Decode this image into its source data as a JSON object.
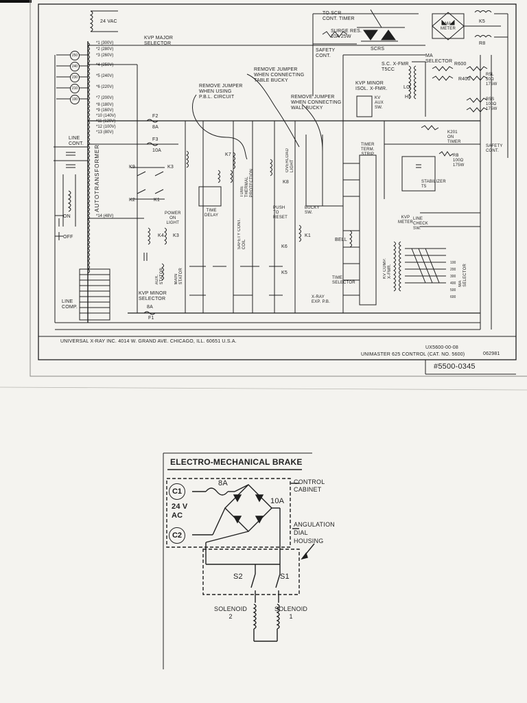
{
  "schematic": {
    "supply_label": "24 VAC",
    "kvp_major_selector": "KVP MAJOR\nSELECTOR",
    "to_scr_timer": "TO SCR\nCONT. TIMER",
    "surge_res": "SURGE RES.\n10A 25W",
    "safety_cont_top": "SAFETY\nCONT.",
    "scrs": "SCRS",
    "ma_meter": "MA\nMETER",
    "k5": "K5",
    "r8": "R8",
    "ma_selector": "MA\nSELECTOR",
    "sc_xfmr": "S.C. X-FMR\nT5CC",
    "r600": "R600",
    "r400": "R400",
    "r5l": "R5L\n50Ω\n175W",
    "r5s": "R5S\n100Ω\n175W",
    "kvp_minor_isol": "KVP MINOR\nISOL. X-FMR.",
    "kv_aux_sw": "KV\nAUX\nSW.",
    "lo": "LO",
    "hi": "HI",
    "remove_jumper_table": "REMOVE JUMPER\nWHEN CONNECTING\nTABLE BUCKY",
    "remove_jumper_pbl": "REMOVE JUMPER\nWHEN USING\nP.B.L. CIRCUIT",
    "remove_jumper_wall": "REMOVE JUMPER\nWHEN CONNECTING\nWALL BUCKY",
    "autotransformer": "AUTOTRANSFORMER",
    "taps": [
      "*1 (300V)",
      "*2 (280V)",
      "*3 (260V)",
      "*4 (250V)",
      "*5 (240V)",
      "*6 (220V)",
      "*7 (200V)",
      "*8 (180V)",
      "*9 (160V)",
      "*10 (140V)",
      "*11 (120V)",
      "*12 (100V)",
      "*13 (80V)",
      "*14 (48V)"
    ],
    "line_taps": [
      "250",
      "240",
      "230",
      "210",
      "190"
    ],
    "line_cont": "LINE\nCONT.",
    "on": "ON",
    "off": "OFF",
    "line_comp": "LINE\nCOMP.",
    "kvp_minor_selector": "KVP MINOR\nSELECTOR",
    "fuses": [
      "F2",
      "8A",
      "F3",
      "10A",
      "F1",
      "8A"
    ],
    "relays": [
      "K9",
      "K3",
      "K2",
      "K1",
      "K4",
      "K3",
      "K7",
      "K8",
      "K6",
      "K5",
      "K1"
    ],
    "power_on_light": "POWER\nON\nLIGHT",
    "aux_stator": "AUX.\nSTATOR",
    "main_stator": "MAIN\nSTATOR",
    "time_delay": "TIME\nDELAY",
    "tube_thermal": "TUBE\nTHERMAL\nPROTECTION",
    "safety_cont_coil": "SAFETY CONT.\nCOIL",
    "overload_light": "OVERLOAD\nLIGHT",
    "push_to_reset": "PUSH\nTO\nRESET",
    "bucky_sw": "BUCKY\nSW.",
    "bell": "BELL",
    "time_selector": "TIME\nSELECTOR",
    "xray_exp_pb": "X-RAY\nEXP. P.B.",
    "timer_term_strip": "TIMER\nTERM.\nSTRIP",
    "kv_comp_xfmr": "KV COMP.\nX-FMR.",
    "kvp_meter": "KVP\nMETER",
    "line_check_sw": "LINE\nCHECK\nSW.",
    "k201": "K201\nON\nTIMER",
    "safety_cont_right": "SAFETY\nCONT.",
    "rb": "RB\n100Ω\n175W",
    "stabilizer": "STABILIZER\nT5",
    "ma_selector_right": "MA\nSELECTOR",
    "ma_values": [
      "100",
      "200",
      "300",
      "400",
      "500",
      "600"
    ],
    "footer_left": "UNIVERSAL  X-RAY  INC.  4014  W. GRAND  AVE.  CHICAGO,  ILL.  60651  U.S.A.",
    "drawing_no": "UX5600-00-08",
    "footer_right": "UNIMASTER 625 CONTROL (CAT. NO. 5600)",
    "date_code": "062981",
    "part_no": "#5500-0345"
  },
  "brake": {
    "title": "ELECTRO-MECHANICAL  BRAKE",
    "c1": "C1",
    "c2": "C2",
    "fuse": "8A",
    "rectifier": "10A",
    "supply": "24 V\nAC",
    "control_cabinet": "CONTROL\nCABINET",
    "angulation": "ANGULATION\nDIAL\nHOUSING",
    "s1": "S1",
    "s2": "S2",
    "solenoid2": "SOLENOID\n2",
    "solenoid1": "SOLENOID\n1"
  }
}
